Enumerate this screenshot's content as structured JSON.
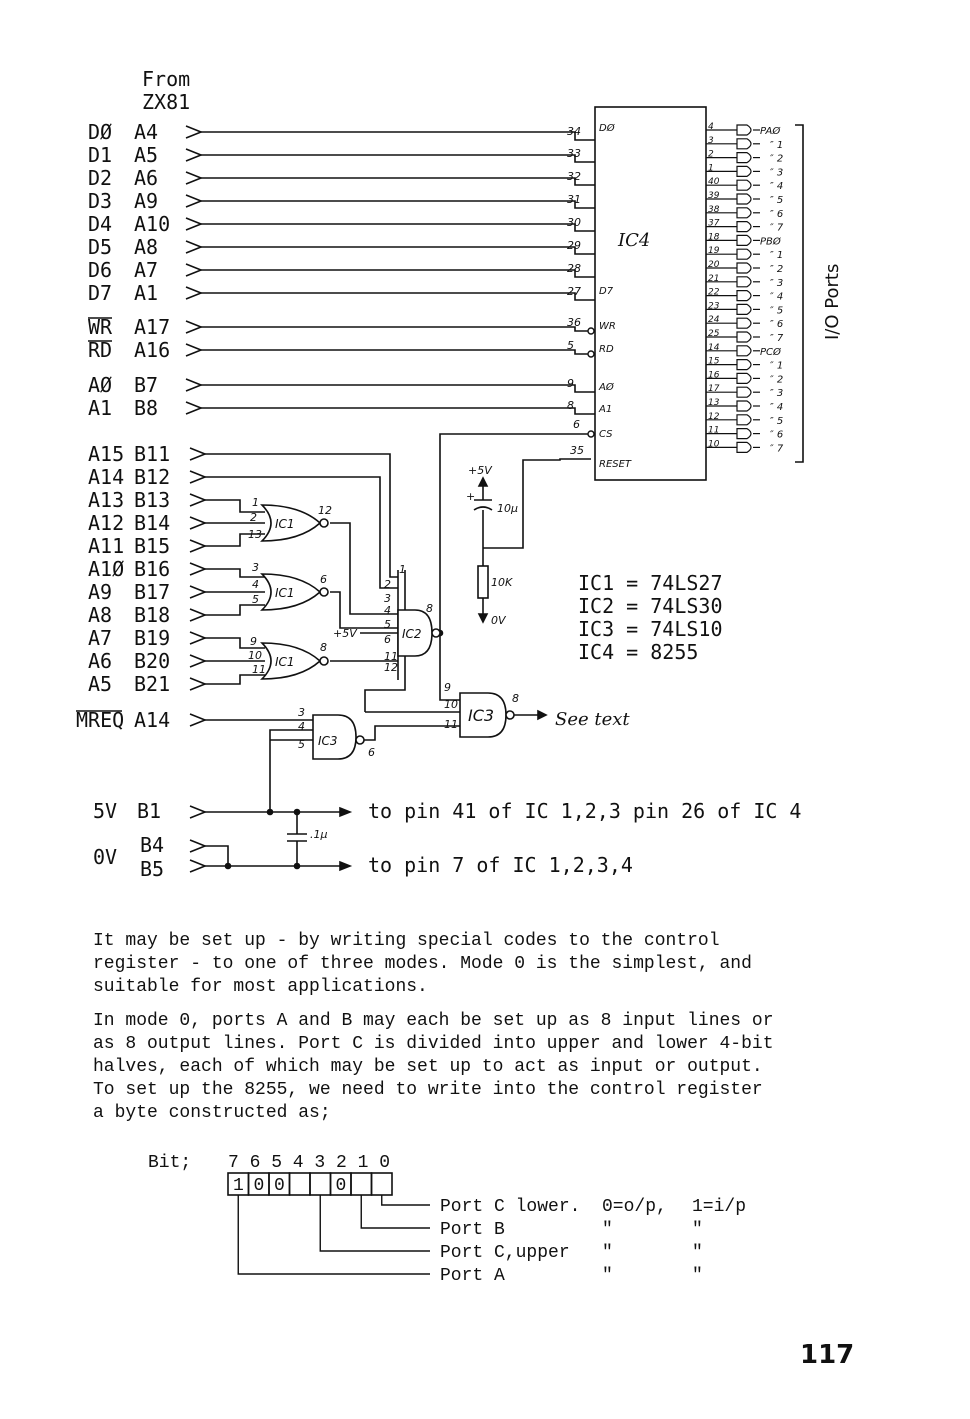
{
  "header": {
    "from_line1": "From",
    "from_line2": "ZX81"
  },
  "edge_pins": [
    {
      "signal": "DØ",
      "pin": "A4",
      "icpin": "34"
    },
    {
      "signal": "D1",
      "pin": "A5",
      "icpin": "33"
    },
    {
      "signal": "D2",
      "pin": "A6",
      "icpin": "32"
    },
    {
      "signal": "D3",
      "pin": "A9",
      "icpin": "31"
    },
    {
      "signal": "D4",
      "pin": "A10",
      "icpin": "30"
    },
    {
      "signal": "D5",
      "pin": "A8",
      "icpin": "29"
    },
    {
      "signal": "D6",
      "pin": "A7",
      "icpin": "28"
    },
    {
      "signal": "D7",
      "pin": "A1",
      "icpin": "27"
    },
    {
      "signal": "WR",
      "pin": "A17",
      "icpin": "36"
    },
    {
      "signal": "RD",
      "pin": "A16",
      "icpin": "5"
    },
    {
      "signal": "AØ",
      "pin": "B7",
      "icpin": "9"
    },
    {
      "signal": "A1",
      "pin": "B8",
      "icpin": "8"
    }
  ],
  "address_pins": [
    {
      "signal": "A15",
      "pin": "B11"
    },
    {
      "signal": "A14",
      "pin": "B12"
    },
    {
      "signal": "A13",
      "pin": "B13"
    },
    {
      "signal": "A12",
      "pin": "B14"
    },
    {
      "signal": "A11",
      "pin": "B15"
    },
    {
      "signal": "A1Ø",
      "pin": "B16"
    },
    {
      "signal": "A9",
      "pin": "B17"
    },
    {
      "signal": "A8",
      "pin": "B18"
    },
    {
      "signal": "A7",
      "pin": "B19"
    },
    {
      "signal": "A6",
      "pin": "B20"
    },
    {
      "signal": "A5",
      "pin": "B21"
    },
    {
      "signal": "MREQ",
      "pin": "A14"
    }
  ],
  "ic4": {
    "label": "IC4",
    "left_pin_names": [
      "DØ",
      "D7",
      "WR",
      "RD",
      "AØ",
      "A1",
      "CS",
      "RESET"
    ],
    "cs_pin": "6",
    "reset_pin": "35",
    "right_pins": [
      "4",
      "3",
      "2",
      "1",
      "40",
      "39",
      "38",
      "37",
      "18",
      "19",
      "20",
      "21",
      "22",
      "23",
      "24",
      "25",
      "14",
      "15",
      "16",
      "17",
      "13",
      "12",
      "11",
      "10"
    ],
    "port_labels": [
      "PAØ",
      "1",
      "2",
      "3",
      "4",
      "5",
      "6",
      "7",
      "PBØ",
      "1",
      "2",
      "3",
      "4",
      "5",
      "6",
      "7",
      "PCØ",
      "1",
      "2",
      "3",
      "4",
      "5",
      "6",
      "7"
    ],
    "io_label": "I/O Ports"
  },
  "gates": {
    "ic1_label": "IC1",
    "ic2_label": "IC2",
    "ic3_label": "IC3",
    "ic1a_pins": [
      "1",
      "2",
      "13",
      "12"
    ],
    "ic1b_pins": [
      "3",
      "4",
      "5",
      "6"
    ],
    "ic1c_pins": [
      "9",
      "10",
      "11",
      "8"
    ],
    "ic2_pins": [
      "1",
      "2",
      "3",
      "4",
      "5",
      "6",
      "11",
      "12",
      "8"
    ],
    "ic3a_pins": [
      "3",
      "4",
      "5",
      "6"
    ],
    "ic3b_pins": [
      "9",
      "10",
      "11",
      "8"
    ],
    "plus5v_small": "+5V",
    "see_text": "See text"
  },
  "reset_circuit": {
    "supply": "+5V",
    "plus": "+",
    "cap": "10µ",
    "resistor": "10K",
    "ground": "0V"
  },
  "ic_list": [
    "IC1 = 74LS27",
    "IC2 = 74LS30",
    "IC3 = 74LS10",
    "IC4 = 8255"
  ],
  "power": {
    "v5_label": "5V",
    "v5_pin": "B1",
    "v0_label": "0V",
    "v0_pin1": "B4",
    "v0_pin2": "B5",
    "cap": ".1µ",
    "v5_text": "to pin 41 of IC 1,2,3  pin 26 of IC 4",
    "v0_text": "to pin 7 of IC 1,2,3,4"
  },
  "text": {
    "para1": "It may be set up - by writing special codes to the control\nregister - to one of three modes. Mode 0 is the simplest, and\nsuitable for most applications.",
    "para2": "In mode 0, ports A and B may each be set up as 8 input lines or\nas 8 output lines. Port C is divided into upper and lower 4-bit\nhalves, each of which may be set up to act as input or output.\nTo set up the 8255, we need to write into the control register\na byte constructed as;"
  },
  "bits": {
    "label": "Bit;",
    "header": "7 6 5 4 3 2 1 0",
    "cells": [
      "1",
      "0",
      "0",
      "",
      "",
      "0",
      "",
      ""
    ],
    "annotations": [
      {
        "name": "Port C lower.",
        "v0": "0=o/p,",
        "v1": "1=i/p"
      },
      {
        "name": "Port B",
        "v0": "\"",
        "v1": "\""
      },
      {
        "name": "Port C,upper",
        "v0": "\"",
        "v1": "\""
      },
      {
        "name": "Port A",
        "v0": "\"",
        "v1": "\""
      }
    ]
  },
  "page_number": "117"
}
